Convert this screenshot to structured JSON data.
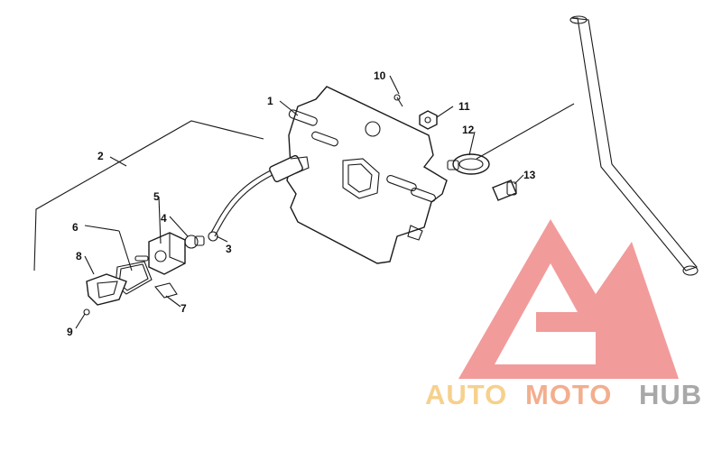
{
  "callouts": [
    {
      "id": "1",
      "label": "1"
    },
    {
      "id": "2",
      "label": "2"
    },
    {
      "id": "3",
      "label": "3"
    },
    {
      "id": "4",
      "label": "4"
    },
    {
      "id": "5",
      "label": "5"
    },
    {
      "id": "6",
      "label": "6"
    },
    {
      "id": "7",
      "label": "7"
    },
    {
      "id": "8",
      "label": "8"
    },
    {
      "id": "9",
      "label": "9"
    },
    {
      "id": "10",
      "label": "10"
    },
    {
      "id": "11",
      "label": "11"
    },
    {
      "id": "12",
      "label": "12"
    },
    {
      "id": "13",
      "label": "13"
    }
  ],
  "watermark": {
    "part1": "AUTO",
    "part2": "MOTO",
    "part3": "HUB",
    "color_auto": "#f5c97a",
    "color_moto": "#f2a07a",
    "color_hub": "#9a9a9a",
    "logo_color": "#f08a8a",
    "icon": "triangle-logo-icon"
  }
}
